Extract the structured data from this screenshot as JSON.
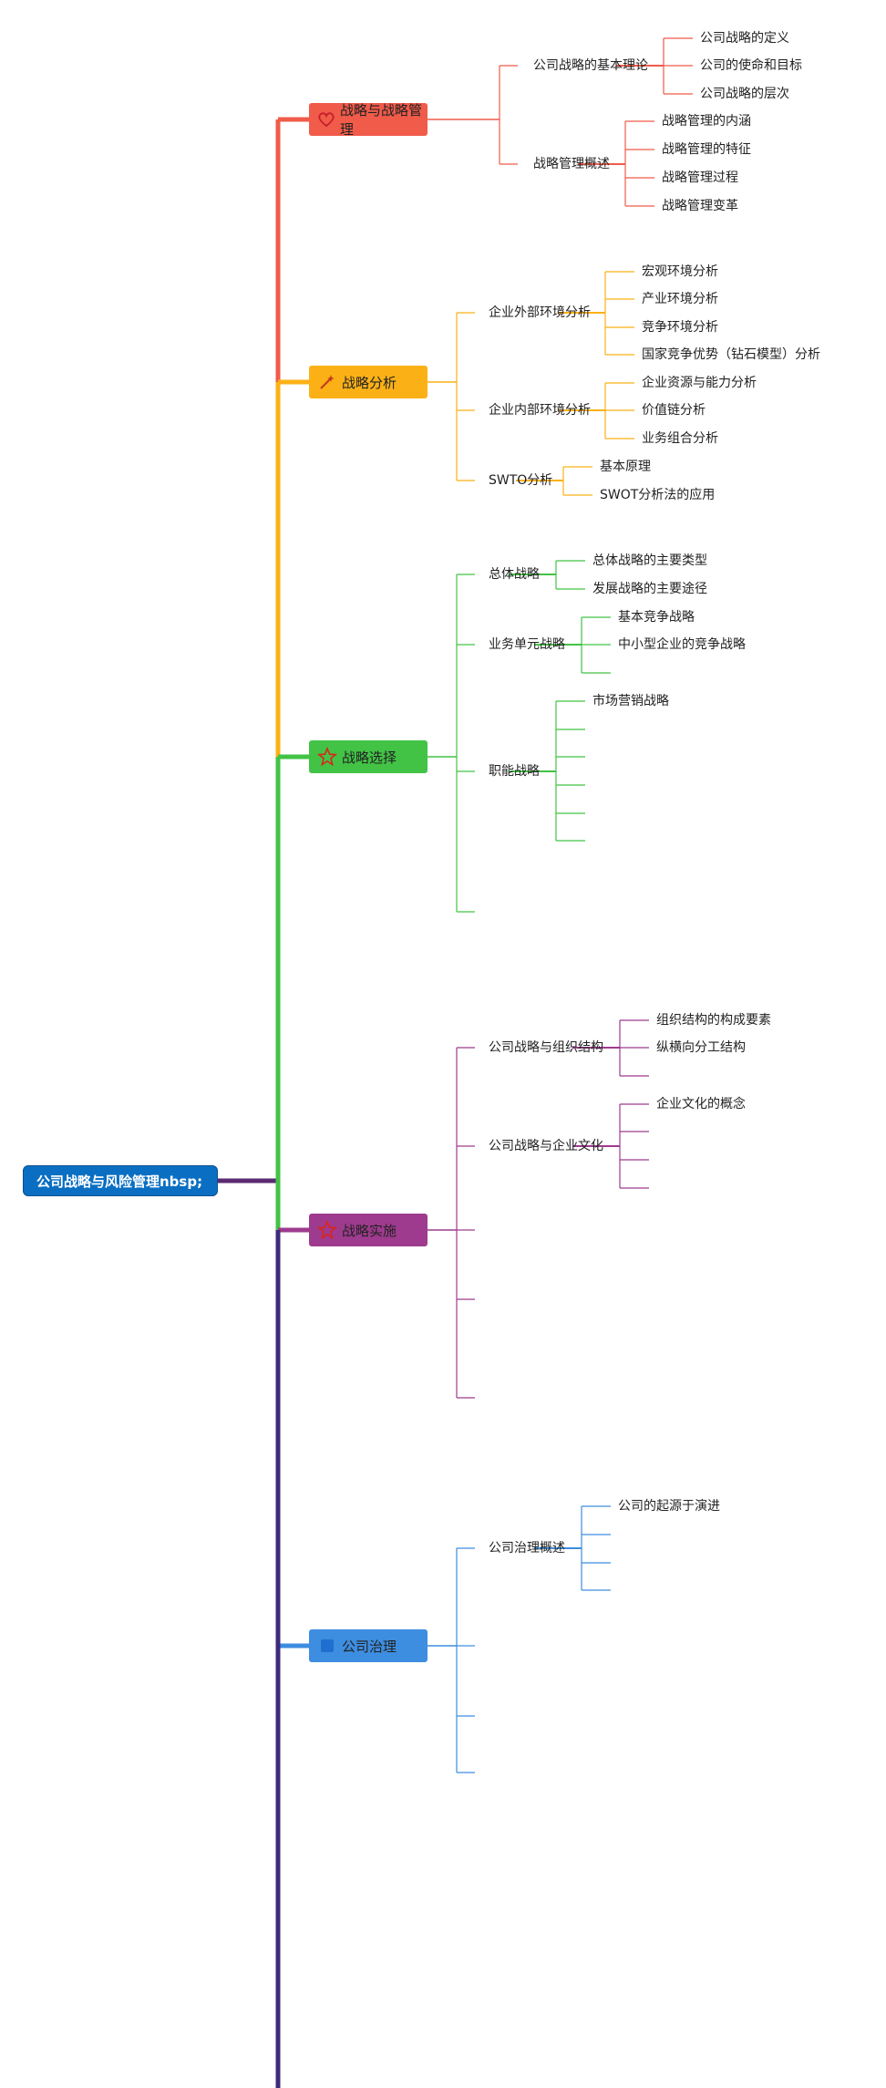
{
  "root": {
    "label": "公司战略与风险管理nbsp;"
  },
  "branches": [
    {
      "id": "strategy-management",
      "label": "战略与战略管理",
      "icon": "heart-icon",
      "color": "#f05b4a",
      "subtopics": [
        {
          "label": "公司战略的基本理论",
          "children": [
            "公司战略的定义",
            "公司的使命和目标",
            "公司战略的层次"
          ]
        },
        {
          "label": "战略管理概述",
          "children": [
            "战略管理的内涵",
            "战略管理的特征",
            "战略管理过程",
            "战略管理变革"
          ]
        }
      ]
    },
    {
      "id": "strategy-analysis",
      "label": "战略分析",
      "icon": "magic-wand-icon",
      "color": "#fbb116",
      "subtopics": [
        {
          "label": "企业外部环境分析",
          "children": [
            "宏观环境分析",
            "产业环境分析",
            "竞争环境分析",
            "国家竞争优势（钻石模型）分析"
          ]
        },
        {
          "label": "企业内部环境分析",
          "children": [
            "企业资源与能力分析",
            "价值链分析",
            "业务组合分析"
          ]
        },
        {
          "label": "SWTO分析",
          "children": [
            "基本原理",
            "SWOT分析法的应用"
          ]
        }
      ]
    },
    {
      "id": "strategy-choice",
      "label": "战略选择",
      "icon": "star-icon",
      "color": "#42c345",
      "subtopics": [
        {
          "label": "总体战略",
          "children": [
            "总体战略的主要类型",
            "发展战略的主要途径"
          ]
        },
        {
          "label": "业务单元战略",
          "children": [
            "基本竞争战略",
            "中小型企业的竞争战略",
            ""
          ]
        },
        {
          "label": "职能战略",
          "children": [
            "市场营销战略",
            "",
            "",
            "",
            "",
            ""
          ]
        },
        {
          "label": "",
          "children": []
        }
      ]
    },
    {
      "id": "strategy-implementation",
      "label": "战略实施",
      "icon": "star-icon",
      "color": "#9e3b8e",
      "subtopics": [
        {
          "label": "公司战略与组织结构",
          "children": [
            "组织结构的构成要素",
            "纵横向分工结构",
            ""
          ]
        },
        {
          "label": "公司战略与企业文化",
          "children": [
            "企业文化的概念",
            "",
            "",
            ""
          ]
        },
        {
          "label": "",
          "children": []
        },
        {
          "label": "",
          "children": []
        },
        {
          "label": "",
          "children": []
        }
      ]
    },
    {
      "id": "corporate-governance",
      "label": "公司治理",
      "icon": "square-icon",
      "color": "#3d8de0",
      "subtopics": [
        {
          "label": "公司治理概述",
          "children": [
            "公司的起源于演进",
            "",
            "",
            ""
          ]
        },
        {
          "label": "",
          "children": []
        },
        {
          "label": "",
          "children": []
        },
        {
          "label": "",
          "children": []
        }
      ]
    }
  ],
  "trunk_colors": {
    "root_connector": "#5a2a72",
    "tail": "#3d2a7a"
  }
}
